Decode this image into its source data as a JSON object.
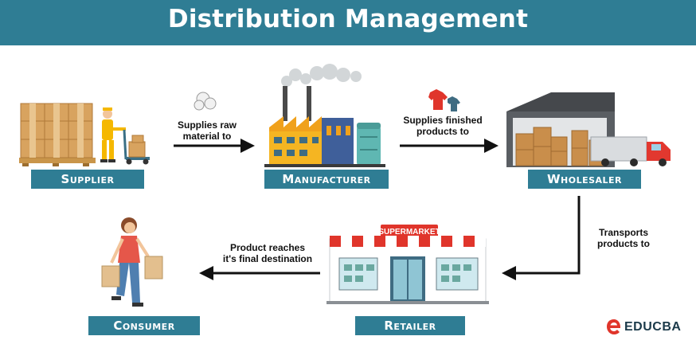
{
  "title": "Distribution Management",
  "nodes": {
    "supplier": "Supplier",
    "manufacturer": "Manufacturer",
    "wholesaler": "Wholesaler",
    "retailer": "Retailer",
    "consumer": "Consumer"
  },
  "edges": {
    "supplier_to_manufacturer": [
      "Supplies raw",
      "material to"
    ],
    "manufacturer_to_wholesaler": [
      "Supplies finished",
      "products to"
    ],
    "wholesaler_to_retailer": [
      "Transports",
      "products to"
    ],
    "retailer_to_consumer": [
      "Product reaches",
      "it's final destination"
    ]
  },
  "store_sign": "SUPERMARKET",
  "brand": "EDUCBA",
  "colors": {
    "banner": "#2f7d94",
    "label_bg": "#2f7d94",
    "arrow": "#111111",
    "brand_accent": "#e0352b"
  }
}
